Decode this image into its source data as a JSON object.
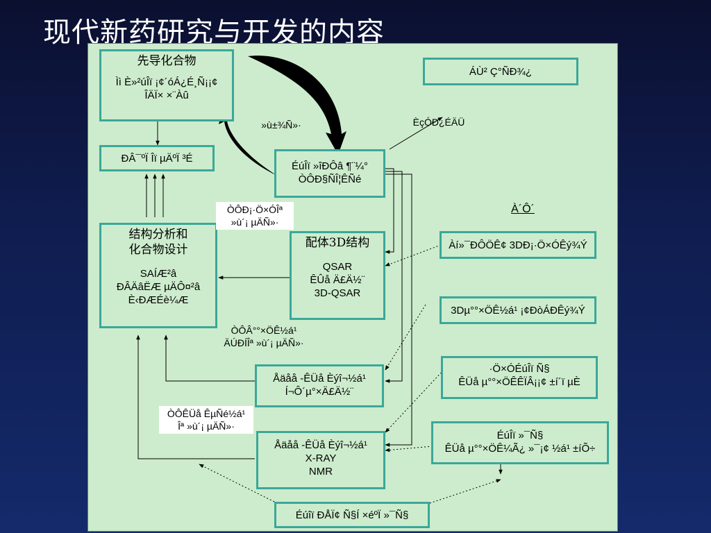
{
  "slide": {
    "title": "现代新药研究与开发的内容"
  },
  "boxes": {
    "lead": {
      "title": "先导化合物",
      "lines": [
        "Ìì È»²úÎï ¡¢´óÁ¿É¸Ñ¡¡¢",
        "ÎÄÏ× ×¨Àû"
      ]
    },
    "synthesis": {
      "lines": [
        "ÐÂ¯ºÏ Îï µÄºÏ ³É"
      ]
    },
    "target": {
      "lines": [
        "ÉúÎï »îÐÔâ ¶¨¼°",
        "ÒÔÐ§ÑÎ¦ÊÑé"
      ]
    },
    "design": {
      "title_lines": [
        "结构分析和",
        "化合物设计"
      ],
      "lines": [
        "SAÍÆ²â",
        "ÐÂÄâËÆ µÄÔ¤²â",
        "È‹ÐÆÉè¼Æ"
      ]
    },
    "qsar": {
      "title": "配体3D结构",
      "lines": [
        "QSAR",
        "ÊÛå Ä£Ä½¨",
        "3D-QSAR"
      ]
    },
    "ligand_pred": {
      "lines": [
        "Åäåå -ÊÜå Èýî¬½á¹",
        "Í¬Ô´µ°×Ä£Ä½¨"
      ]
    },
    "xray": {
      "lines": [
        "Åäåå -ÊÜå Èýî¬½á¹",
        "X-RAY",
        "NMR"
      ]
    },
    "bio_method": {
      "lines": [
        "Éúîï ÐÅÏ¢ Ñ§Í ×éºÏ »¯Ñ§"
      ]
    },
    "fruit": {
      "lines": [
        "ÁÙ² Ç°ÑÐ¾¿"
      ]
    },
    "r_header": {
      "lines": [
        "À´Ô´"
      ]
    },
    "r1": {
      "lines": [
        "Àí»¯ÐÔÖÊ¢ 3DÐ¡·Ö×ÓÊý¾Ý"
      ]
    },
    "r2": {
      "lines": [
        "3Dµ°°×ÖÊ½á¹ ¡¢ÐòÁÐÊý¾Ý"
      ]
    },
    "r3": {
      "lines": [
        "·Ö×ÓÉúÎï Ñ§",
        "ÊÜå µ°°×ÖÊÊÏÂ¡¡¢ ±í´ï µÈ"
      ]
    },
    "r4": {
      "lines": [
        "ÉúÎï »¯Ñ§",
        "ÊÜå µ°°×ÖÊ¼Ã¿ »¯¡¢ ½á¹ ±íÕ÷"
      ]
    }
  },
  "labels": {
    "middle_arrow": "»ù±¾Ñ­»·",
    "top_loop": [
      "ÒÔÐ¡·Ö×ÓÎª",
      "»ù´¡ µÄÑ­»·"
    ],
    "mid_loop": [
      "ÒÔÂ°°×ÖÊ½á¹",
      "ÄÚÐÍÎª »ù´¡ µÄÑ­»·"
    ],
    "bottom_loop": [
      "ÒÔÊÜå ÊµÑé½á¹",
      "Îª »ù´¡ µÄÑ­»·"
    ],
    "clinical": "ÈçÓÐ¿ÉÄÜ"
  },
  "colors": {
    "background": "#0f1c4e",
    "panel": "#cdeccd",
    "box_border": "#3aa898",
    "title_text": "#ffffff"
  }
}
